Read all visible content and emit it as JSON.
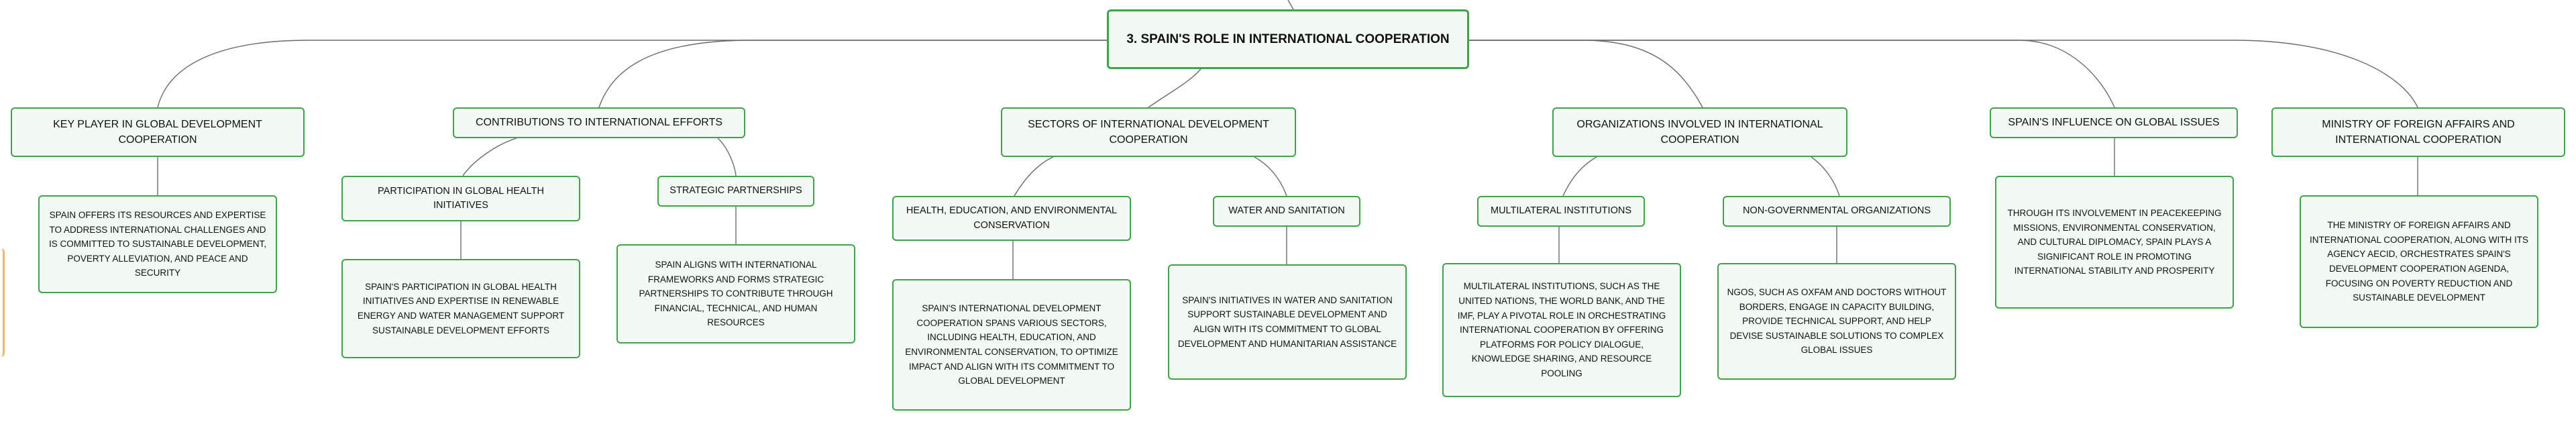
{
  "title": "3. SPAIN'S ROLE IN INTERNATIONAL COOPERATION",
  "branches": {
    "key_player": {
      "label": "KEY PLAYER IN GLOBAL DEVELOPMENT COOPERATION",
      "detail": "SPAIN OFFERS ITS RESOURCES AND EXPERTISE TO ADDRESS INTERNATIONAL CHALLENGES AND IS COMMITTED TO SUSTAINABLE DEVELOPMENT, POVERTY ALLEVIATION, AND PEACE AND SECURITY"
    },
    "contributions": {
      "label": "CONTRIBUTIONS TO INTERNATIONAL EFFORTS",
      "health": {
        "label": "PARTICIPATION IN GLOBAL HEALTH INITIATIVES",
        "detail": "SPAIN'S PARTICIPATION IN GLOBAL HEALTH INITIATIVES AND EXPERTISE IN RENEWABLE ENERGY AND WATER MANAGEMENT SUPPORT SUSTAINABLE DEVELOPMENT EFFORTS"
      },
      "partnerships": {
        "label": "STRATEGIC PARTNERSHIPS",
        "detail": "SPAIN ALIGNS WITH INTERNATIONAL FRAMEWORKS AND FORMS STRATEGIC PARTNERSHIPS TO CONTRIBUTE THROUGH FINANCIAL, TECHNICAL, AND HUMAN RESOURCES"
      }
    },
    "sectors": {
      "label": "SECTORS OF INTERNATIONAL DEVELOPMENT COOPERATION",
      "health_edu": {
        "label": "HEALTH, EDUCATION, AND ENVIRONMENTAL CONSERVATION",
        "detail": "SPAIN'S INTERNATIONAL DEVELOPMENT COOPERATION SPANS VARIOUS SECTORS, INCLUDING HEALTH, EDUCATION, AND ENVIRONMENTAL CONSERVATION, TO OPTIMIZE IMPACT AND ALIGN WITH ITS COMMITMENT TO GLOBAL DEVELOPMENT"
      },
      "water": {
        "label": "WATER AND SANITATION",
        "detail": "SPAIN'S INITIATIVES IN WATER AND SANITATION SUPPORT SUSTAINABLE DEVELOPMENT AND ALIGN WITH ITS COMMITMENT TO GLOBAL DEVELOPMENT AND HUMANITARIAN ASSISTANCE"
      }
    },
    "organizations": {
      "label": "ORGANIZATIONS INVOLVED IN INTERNATIONAL COOPERATION",
      "multilateral": {
        "label": "MULTILATERAL INSTITUTIONS",
        "detail": "MULTILATERAL INSTITUTIONS, SUCH AS THE UNITED NATIONS, THE WORLD BANK, AND THE IMF, PLAY A PIVOTAL ROLE IN ORCHESTRATING INTERNATIONAL COOPERATION BY OFFERING PLATFORMS FOR POLICY DIALOGUE, KNOWLEDGE SHARING, AND RESOURCE POOLING"
      },
      "ngos": {
        "label": "NON-GOVERNMENTAL ORGANIZATIONS",
        "detail": "NGOS, SUCH AS OXFAM AND DOCTORS WITHOUT BORDERS, ENGAGE IN CAPACITY BUILDING, PROVIDE TECHNICAL SUPPORT, AND HELP DEVISE SUSTAINABLE SOLUTIONS TO COMPLEX GLOBAL ISSUES"
      }
    },
    "influence": {
      "label": "SPAIN'S INFLUENCE ON GLOBAL ISSUES",
      "detail": "THROUGH ITS INVOLVEMENT IN PEACEKEEPING MISSIONS, ENVIRONMENTAL CONSERVATION, AND CULTURAL DIPLOMACY, SPAIN PLAYS A SIGNIFICANT ROLE IN PROMOTING INTERNATIONAL STABILITY AND PROSPERITY"
    },
    "ministry": {
      "label": "MINISTRY OF FOREIGN AFFAIRS AND INTERNATIONAL COOPERATION",
      "detail": "THE MINISTRY OF FOREIGN AFFAIRS AND INTERNATIONAL COOPERATION, ALONG WITH ITS AGENCY AECID, ORCHESTRATES SPAIN'S DEVELOPMENT COOPERATION AGENDA, FOCUSING ON POVERTY REDUCTION AND SUSTAINABLE DEVELOPMENT"
    }
  }
}
